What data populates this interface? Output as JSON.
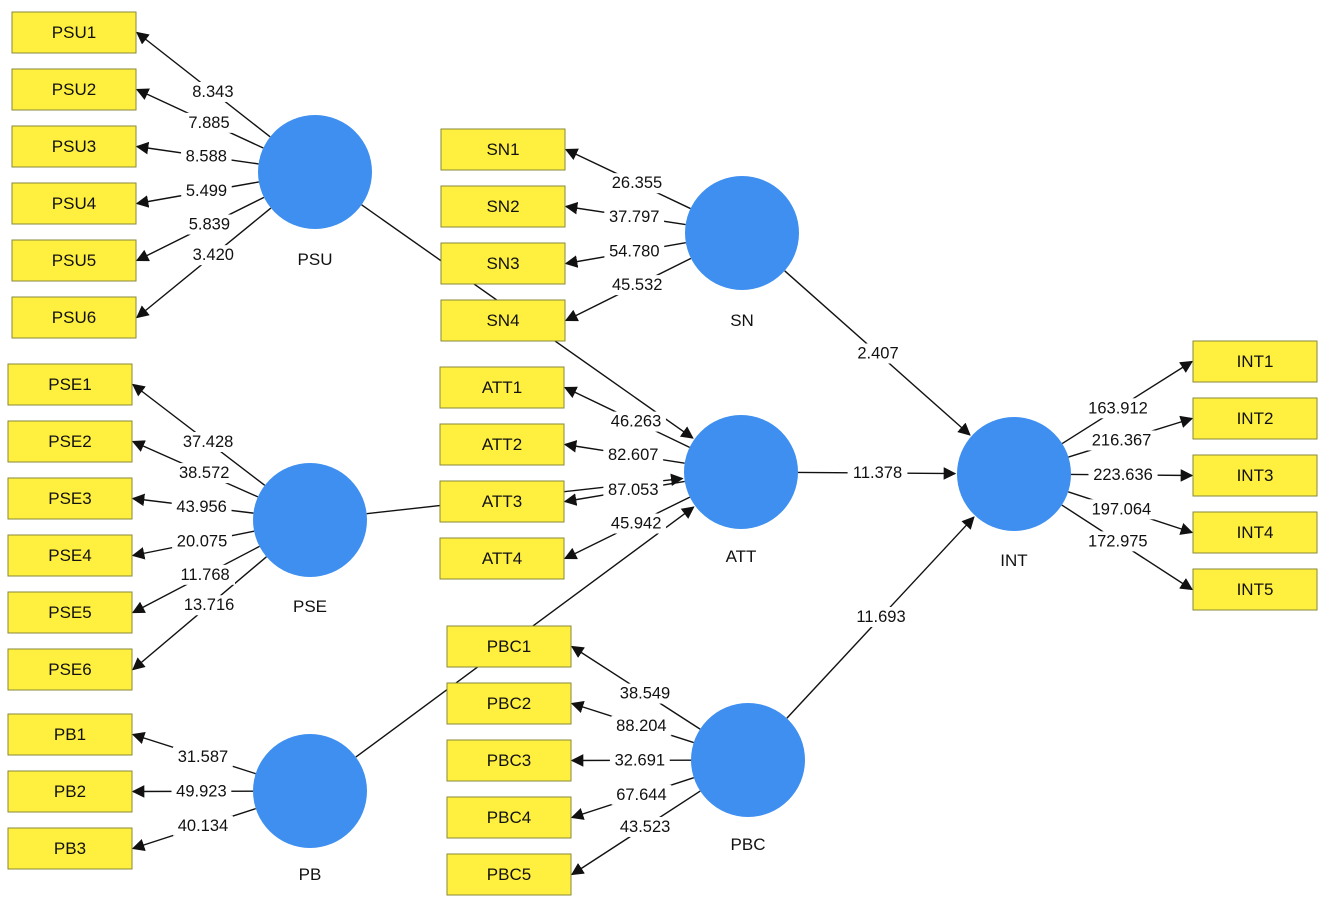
{
  "constructs": [
    {
      "id": "PSU",
      "label": "PSU"
    },
    {
      "id": "PSE",
      "label": "PSE"
    },
    {
      "id": "PB",
      "label": "PB"
    },
    {
      "id": "SN",
      "label": "SN"
    },
    {
      "id": "ATT",
      "label": "ATT"
    },
    {
      "id": "PBC",
      "label": "PBC"
    },
    {
      "id": "INT",
      "label": "INT"
    }
  ],
  "indicators": [
    {
      "id": "PSU1",
      "construct": "PSU",
      "weight": "8.343"
    },
    {
      "id": "PSU2",
      "construct": "PSU",
      "weight": "7.885"
    },
    {
      "id": "PSU3",
      "construct": "PSU",
      "weight": "8.588"
    },
    {
      "id": "PSU4",
      "construct": "PSU",
      "weight": "5.499"
    },
    {
      "id": "PSU5",
      "construct": "PSU",
      "weight": "5.839"
    },
    {
      "id": "PSU6",
      "construct": "PSU",
      "weight": "3.420"
    },
    {
      "id": "PSE1",
      "construct": "PSE",
      "weight": "37.428"
    },
    {
      "id": "PSE2",
      "construct": "PSE",
      "weight": "38.572"
    },
    {
      "id": "PSE3",
      "construct": "PSE",
      "weight": "43.956"
    },
    {
      "id": "PSE4",
      "construct": "PSE",
      "weight": "20.075"
    },
    {
      "id": "PSE5",
      "construct": "PSE",
      "weight": "11.768"
    },
    {
      "id": "PSE6",
      "construct": "PSE",
      "weight": "13.716"
    },
    {
      "id": "PB1",
      "construct": "PB",
      "weight": "31.587"
    },
    {
      "id": "PB2",
      "construct": "PB",
      "weight": "49.923"
    },
    {
      "id": "PB3",
      "construct": "PB",
      "weight": "40.134"
    },
    {
      "id": "SN1",
      "construct": "SN",
      "weight": "26.355"
    },
    {
      "id": "SN2",
      "construct": "SN",
      "weight": "37.797"
    },
    {
      "id": "SN3",
      "construct": "SN",
      "weight": "54.780"
    },
    {
      "id": "SN4",
      "construct": "SN",
      "weight": "45.532"
    },
    {
      "id": "ATT1",
      "construct": "ATT",
      "weight": "46.263"
    },
    {
      "id": "ATT2",
      "construct": "ATT",
      "weight": "82.607"
    },
    {
      "id": "ATT3",
      "construct": "ATT",
      "weight": "87.053"
    },
    {
      "id": "ATT4",
      "construct": "ATT",
      "weight": "45.942"
    },
    {
      "id": "PBC1",
      "construct": "PBC",
      "weight": "38.549"
    },
    {
      "id": "PBC2",
      "construct": "PBC",
      "weight": "88.204"
    },
    {
      "id": "PBC3",
      "construct": "PBC",
      "weight": "32.691"
    },
    {
      "id": "PBC4",
      "construct": "PBC",
      "weight": "67.644"
    },
    {
      "id": "PBC5",
      "construct": "PBC",
      "weight": "43.523"
    },
    {
      "id": "INT1",
      "construct": "INT",
      "weight": "163.912"
    },
    {
      "id": "INT2",
      "construct": "INT",
      "weight": "216.367"
    },
    {
      "id": "INT3",
      "construct": "INT",
      "weight": "223.636"
    },
    {
      "id": "INT4",
      "construct": "INT",
      "weight": "197.064"
    },
    {
      "id": "INT5",
      "construct": "INT",
      "weight": "172.975"
    }
  ],
  "paths": [
    {
      "from": "PSU",
      "to": "ATT",
      "label": ""
    },
    {
      "from": "PSE",
      "to": "ATT",
      "label": ""
    },
    {
      "from": "PB",
      "to": "ATT",
      "label": ""
    },
    {
      "from": "SN",
      "to": "INT",
      "label": "2.407"
    },
    {
      "from": "ATT",
      "to": "INT",
      "label": "11.378"
    },
    {
      "from": "PBC",
      "to": "INT",
      "label": "11.693"
    }
  ],
  "colors": {
    "construct": "#3e8ff0",
    "indicator": "#ffef3f"
  }
}
